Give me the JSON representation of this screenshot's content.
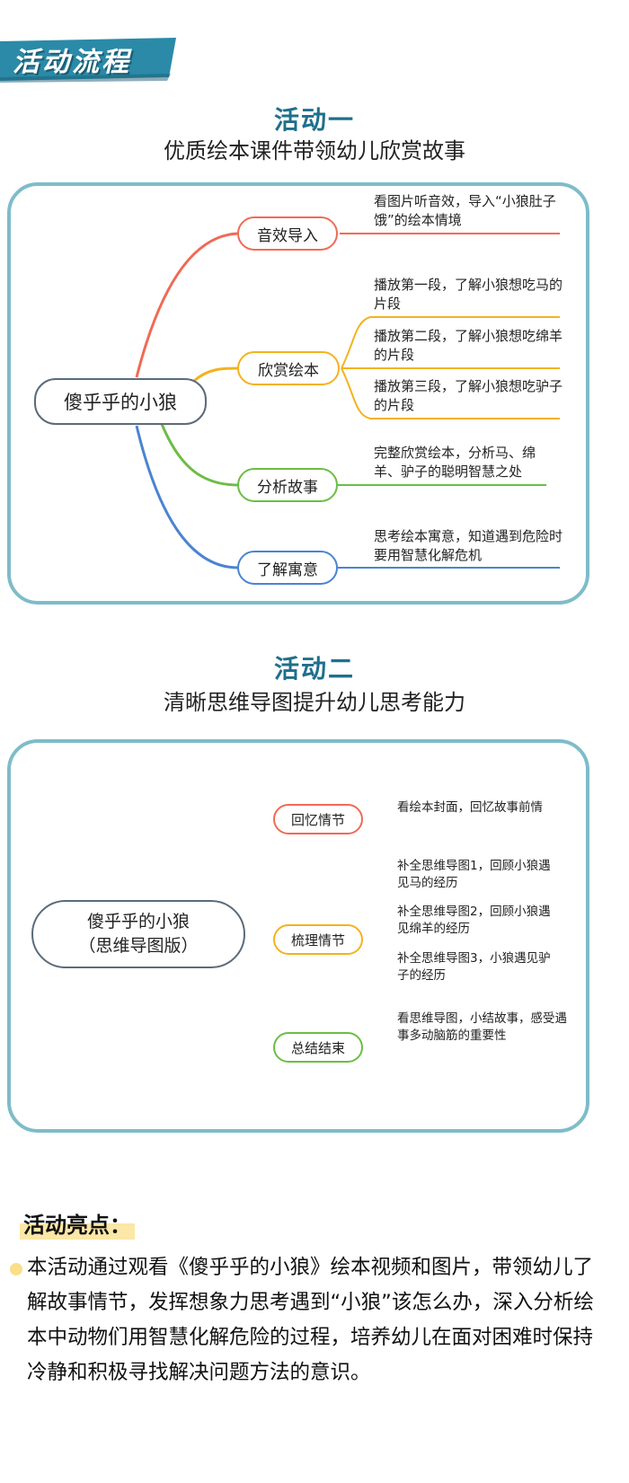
{
  "header": {
    "title": "活动流程"
  },
  "activity1": {
    "title": "活动一",
    "subtitle": "优质绘本课件带领幼儿欣赏故事",
    "center": "傻乎乎的小狼",
    "branches": [
      {
        "label": "音效导入",
        "leaves": [
          "看图片听音效，导入“小狼肚子饿”的绘本情境"
        ]
      },
      {
        "label": "欣赏绘本",
        "leaves": [
          "播放第一段，了解小狼想吃马的片段",
          "播放第二段，了解小狼想吃绵羊的片段",
          "播放第三段，了解小狼想吃驴子的片段"
        ]
      },
      {
        "label": "分析故事",
        "leaves": [
          "完整欣赏绘本，分析马、绵羊、驴子的聪明智慧之处"
        ]
      },
      {
        "label": "了解寓意",
        "leaves": [
          "思考绘本寓意，知道遇到危险时要用智慧化解危机"
        ]
      }
    ]
  },
  "activity2": {
    "title": "活动二",
    "subtitle": "清晰思维导图提升幼儿思考能力",
    "center_line1": "傻乎乎的小狼",
    "center_line2": "（思维导图版）",
    "branches": [
      {
        "label": "回忆情节",
        "leaves": [
          "看绘本封面，回忆故事前情"
        ]
      },
      {
        "label": "梳理情节",
        "leaves": [
          "补全思维导图1，回顾小狼遇见马的经历",
          "补全思维导图2，回顾小狼遇见绵羊的经历",
          "补全思维导图3，小狼遇见驴子的经历"
        ]
      },
      {
        "label": "总结结束",
        "leaves": [
          "看思维导图，小结故事，感受遇事多动脑筋的重要性"
        ]
      }
    ]
  },
  "highlight": {
    "title": "活动亮点：",
    "text": "本活动通过观看《傻乎乎的小狼》绘本视频和图片，带领幼儿了解故事情节，发挥想象力思考遇到“小狼”该怎么办，深入分析绘本中动物们用智慧化解危险的过程，培养幼儿在面对困难时保持冷静和积极寻找解决问题方法的意识。"
  },
  "colors": {
    "red": "#f06a55",
    "orange": "#f4b21e",
    "green": "#6cbd45",
    "blue": "#4a84cf",
    "teal": "#1f6f8c",
    "frame": "#7ebcc9"
  }
}
